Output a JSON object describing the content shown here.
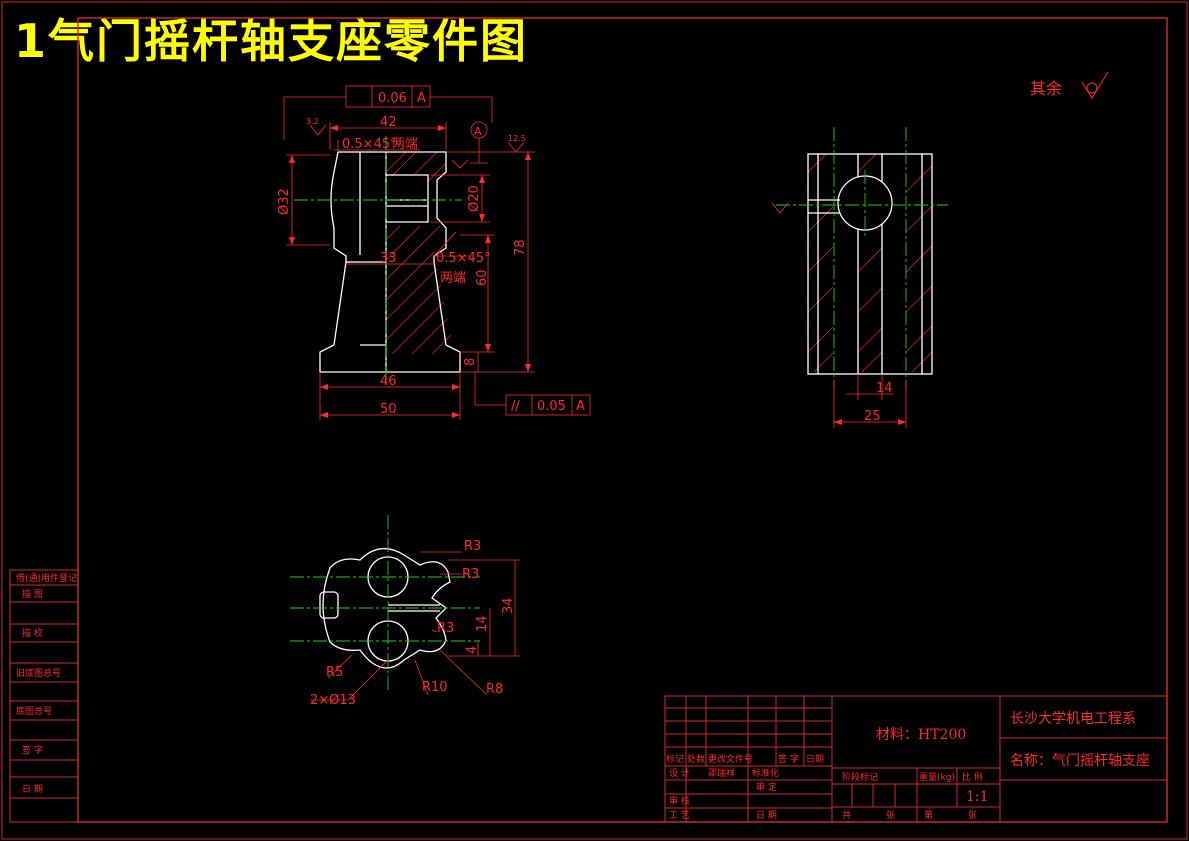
{
  "title": "1气门摇杆轴支座零件图",
  "roughness_note": "其余",
  "dims": {
    "d42": "42",
    "chamfer_top": "0.5×45°",
    "chamfer_top_note": "两端",
    "datum_a": "A",
    "tol_top_value": "0.06",
    "tol_top_datum": "A",
    "d32": "Ø32",
    "d20": "Ø20",
    "d78": "78",
    "d60": "60",
    "d8": "8",
    "d33": "33",
    "chamfer_mid": "0.5×45°",
    "chamfer_mid_note": "两端",
    "d46": "46",
    "d50": "50",
    "tol_bottom_symbol": "//",
    "tol_bottom_value": "0.05",
    "tol_bottom_datum": "A",
    "d14": "14",
    "d25": "25",
    "r3a": "R3",
    "r3b": "R3",
    "r3c": "R3",
    "r5": "R5",
    "r10": "R10",
    "r8": "R8",
    "d34": "34",
    "d14b": "14",
    "d4": "4",
    "holes": "2×Ø13",
    "rough_12_5": "12.5",
    "rough_3_2": "3.2"
  },
  "left_strip": [
    "借(通)用件登记",
    "描  图",
    "描  校",
    "旧底图总号",
    "底图总号",
    "签  字",
    "日  期"
  ],
  "title_block": {
    "school": "长沙大学机电工程系",
    "material": "材料：HT200",
    "name": "名称：气门摇杆轴支座",
    "scale_label": "比 例",
    "scale_value": "1:1",
    "stage_label": "阶段标记",
    "weight_label": "重量(kg)",
    "rev_headers": [
      "标记",
      "处数",
      "更改文件号",
      "签 字",
      "日期"
    ],
    "design": "设 计",
    "design_name": "邵瑞祥",
    "std_check": "标准化",
    "review": "审 核",
    "approve": "审 定",
    "process": "工 艺",
    "date": "日 期",
    "sheet_total": "共",
    "sheet_label": "张",
    "sheet_no": "第",
    "sheet_label2": "张"
  }
}
